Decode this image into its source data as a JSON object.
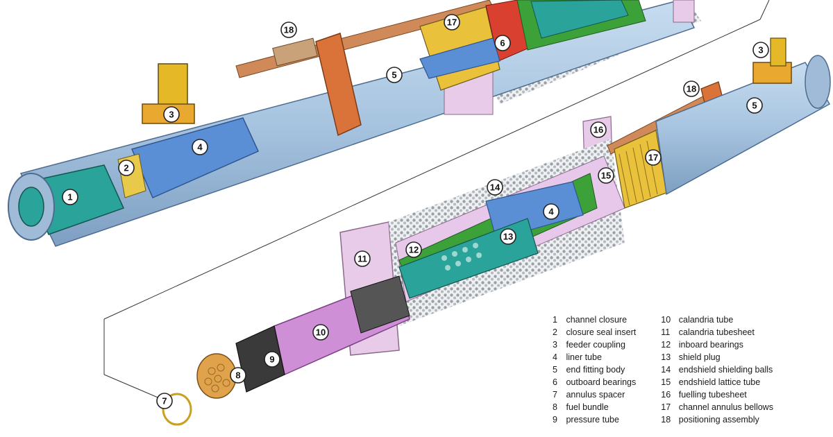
{
  "legend": [
    {
      "num": "1",
      "label": "channel closure"
    },
    {
      "num": "2",
      "label": "closure seal insert"
    },
    {
      "num": "3",
      "label": "feeder coupling"
    },
    {
      "num": "4",
      "label": "liner tube"
    },
    {
      "num": "5",
      "label": "end fitting body"
    },
    {
      "num": "6",
      "label": "outboard bearings"
    },
    {
      "num": "7",
      "label": "annulus spacer"
    },
    {
      "num": "8",
      "label": "fuel bundle"
    },
    {
      "num": "9",
      "label": "pressure tube"
    },
    {
      "num": "10",
      "label": "calandria tube"
    },
    {
      "num": "11",
      "label": "calandria tubesheet"
    },
    {
      "num": "12",
      "label": "inboard bearings"
    },
    {
      "num": "13",
      "label": "shield plug"
    },
    {
      "num": "14",
      "label": "endshield shielding balls"
    },
    {
      "num": "15",
      "label": "endshield lattice tube"
    },
    {
      "num": "16",
      "label": "fuelling tubesheet"
    },
    {
      "num": "17",
      "label": "channel annulus bellows"
    },
    {
      "num": "18",
      "label": "positioning assembly"
    }
  ],
  "callouts": [
    "1",
    "2",
    "3",
    "4",
    "5",
    "6",
    "7",
    "8",
    "9",
    "10",
    "11",
    "12",
    "13",
    "14",
    "15",
    "16",
    "17",
    "18"
  ],
  "colors": {
    "end_fitting": "#a9c7e3",
    "liner": "#5a8fd6",
    "closure": "#2aa39a",
    "positioning": "#d9733a",
    "bellows": "#e9c13a",
    "calandria": "#cf8fd6",
    "tubesheet": "#e7cbe8",
    "pressure_tube": "#3a3a3a",
    "fuel": "#e0a24a",
    "shield_green": "#3da13a",
    "shielding_balls": "#bfc3c8"
  }
}
